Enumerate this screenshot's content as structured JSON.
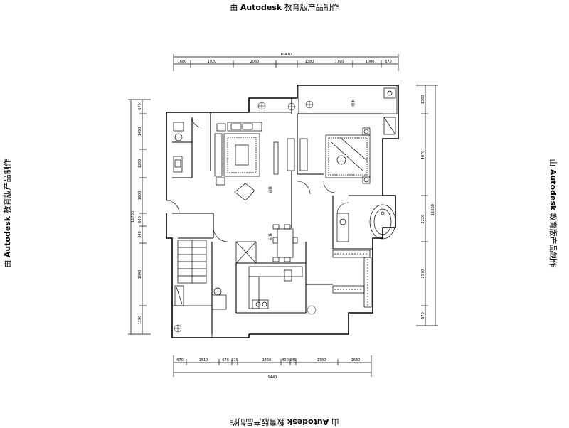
{
  "watermark": {
    "prefix": "由",
    "brand": "Autodesk",
    "suffix": "教育版产品制作"
  },
  "dimensions": {
    "top_total": "10470",
    "top_segments": [
      "1680",
      "1920",
      "2060",
      "1380",
      "1790",
      "1000",
      "670"
    ],
    "bottom_total": "9440",
    "bottom_segments": [
      "670",
      "1510",
      "670",
      "270",
      "1450",
      "400",
      "240",
      "1780",
      "1630"
    ],
    "left_total": "11780",
    "left_segments": [
      "670",
      "1490",
      "1200",
      "1600",
      "600",
      "840",
      "1840",
      "1190"
    ],
    "right_total": "11650",
    "right_segments": [
      "1380",
      "4070",
      "2220",
      "2970",
      "670"
    ]
  },
  "rooms": {
    "living_room": "客厅",
    "dining_room": "餐厅",
    "bedroom": "主卧"
  }
}
